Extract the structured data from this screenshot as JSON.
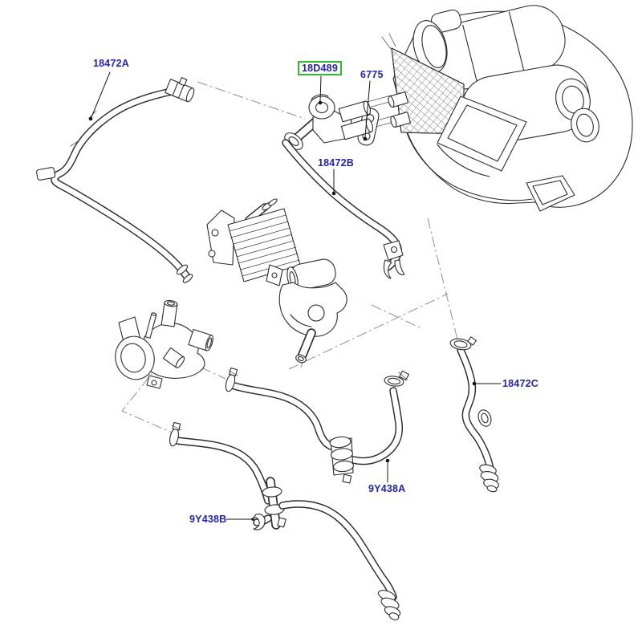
{
  "diagram": {
    "type": "exploded-parts-illustration",
    "background_color": "#ffffff",
    "label_color": "#2424a8",
    "highlight_box_color": "#2dbe2d",
    "labels": [
      {
        "text": "18472A",
        "highlighted": false
      },
      {
        "text": "18D489",
        "highlighted": true
      },
      {
        "text": "6775",
        "highlighted": false
      },
      {
        "text": "18472B",
        "highlighted": false
      },
      {
        "text": "18472C",
        "highlighted": false
      },
      {
        "text": "9Y438A",
        "highlighted": false
      },
      {
        "text": "9Y438B",
        "highlighted": false
      }
    ]
  }
}
